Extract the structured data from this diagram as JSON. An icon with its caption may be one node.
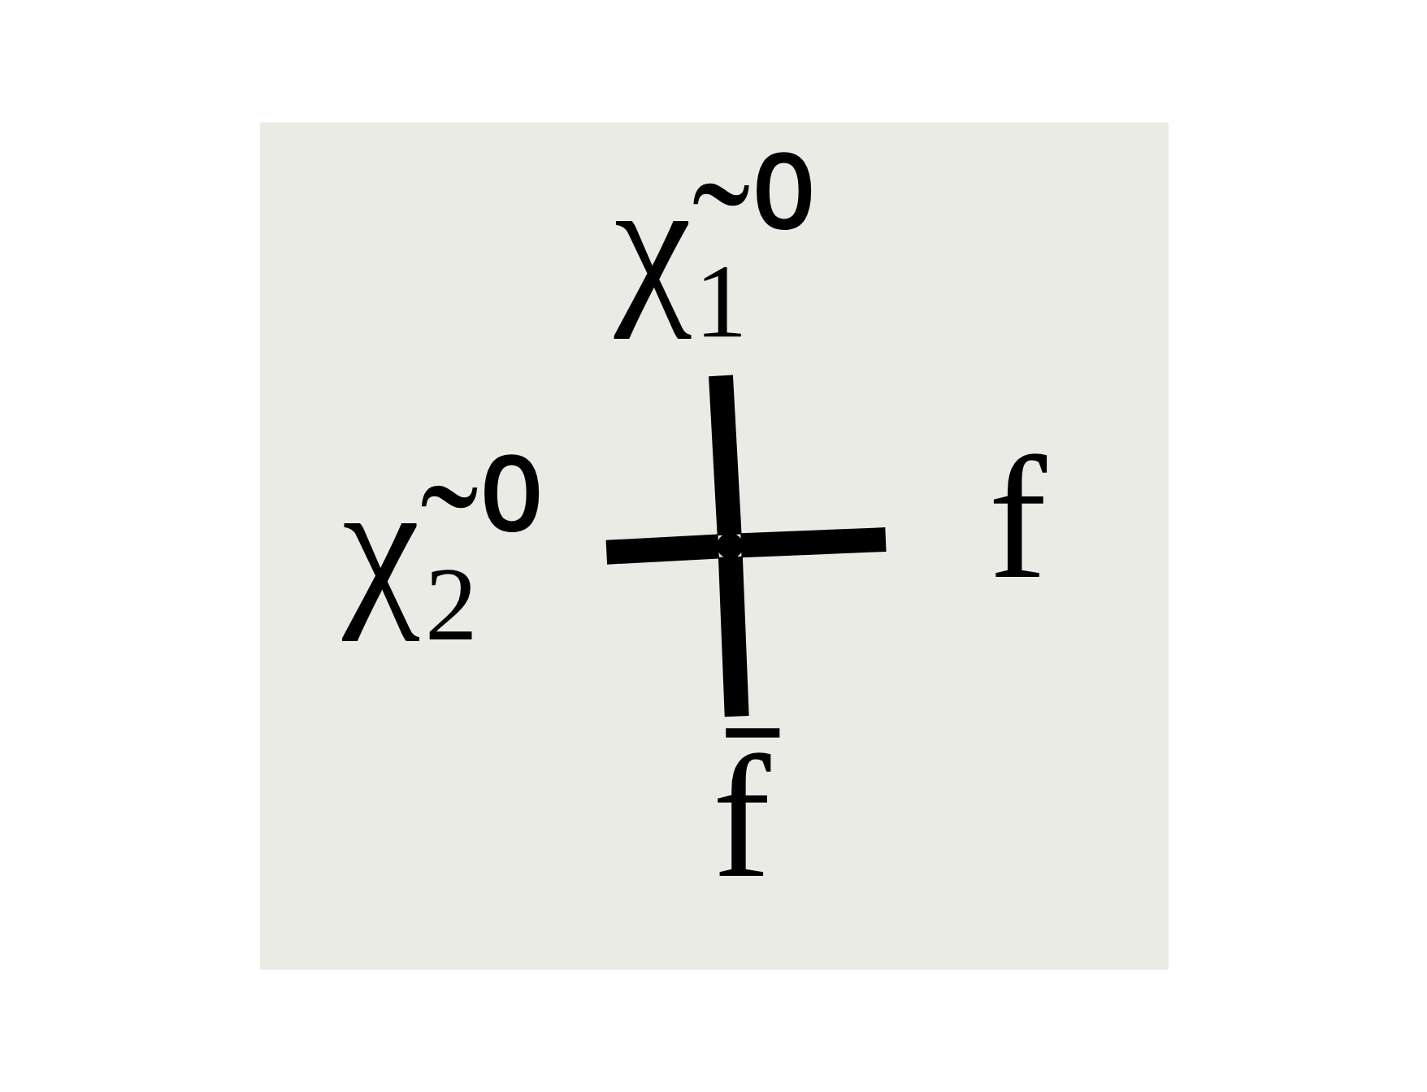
{
  "diagram": {
    "nodes": [
      {
        "text": [
          "χ̃₂⁰"
        ]
      },
      {
        "text": [
          "f"
        ]
      },
      {
        "text": [
          "f̄"
        ]
      },
      {
        "text": [
          "χ̃₁⁰"
        ]
      },
      {
        "text": [],
        "shape": "point"
      }
    ],
    "edges": [
      {
        "from": 0,
        "to": 4,
        "arrow": "none"
      },
      {
        "from": 4,
        "to": 1,
        "arrow": "none"
      },
      {
        "from": 4,
        "to": 2,
        "arrow": "none"
      },
      {
        "from": 4,
        "to": 3,
        "arrow": "none"
      }
    ]
  }
}
